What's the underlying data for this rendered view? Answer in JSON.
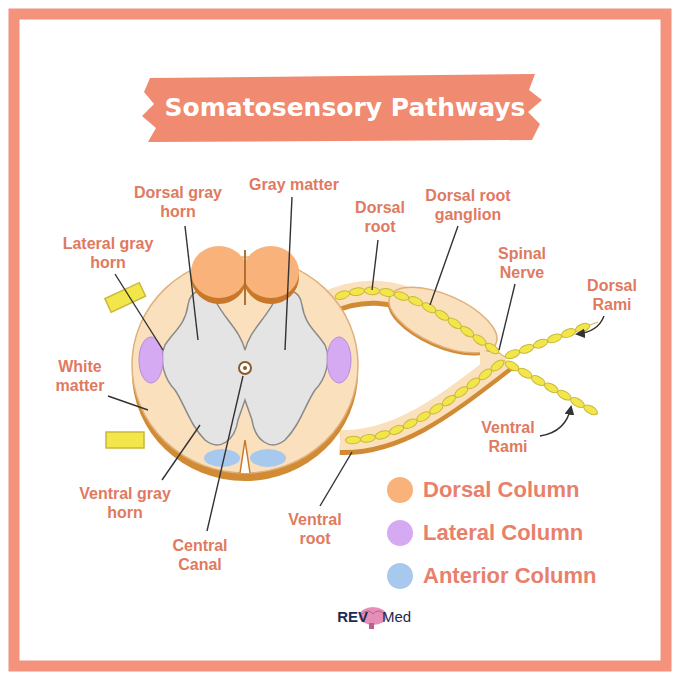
{
  "diagram": {
    "title": "Somatosensory Pathways",
    "labels": [
      "Dorsal gray horn",
      "Gray matter",
      "Dorsal root",
      "Dorsal root ganglion",
      "Lateral gray horn",
      "Spinal Nerve",
      "Dorsal Rami",
      "White matter",
      "Ventral Rami",
      "Ventral gray horn",
      "Central Canal",
      "Ventral root",
      "REV",
      "Med"
    ],
    "legend": [
      {
        "text": "Dorsal Column",
        "color": "#f9b27a"
      },
      {
        "text": "Lateral Column",
        "color": "#d6aaf2"
      },
      {
        "text": "Anterior Column",
        "color": "#a8c9ee"
      }
    ]
  }
}
